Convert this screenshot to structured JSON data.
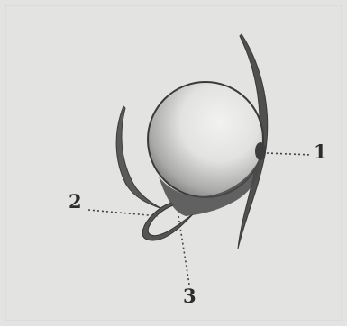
{
  "figure": {
    "labels": {
      "one": "1",
      "two": "2",
      "three": "3"
    }
  },
  "colors": {
    "background": "#e3e3e1",
    "ink": "#2c2c2c",
    "dark_shading": "#4a4a4a"
  }
}
